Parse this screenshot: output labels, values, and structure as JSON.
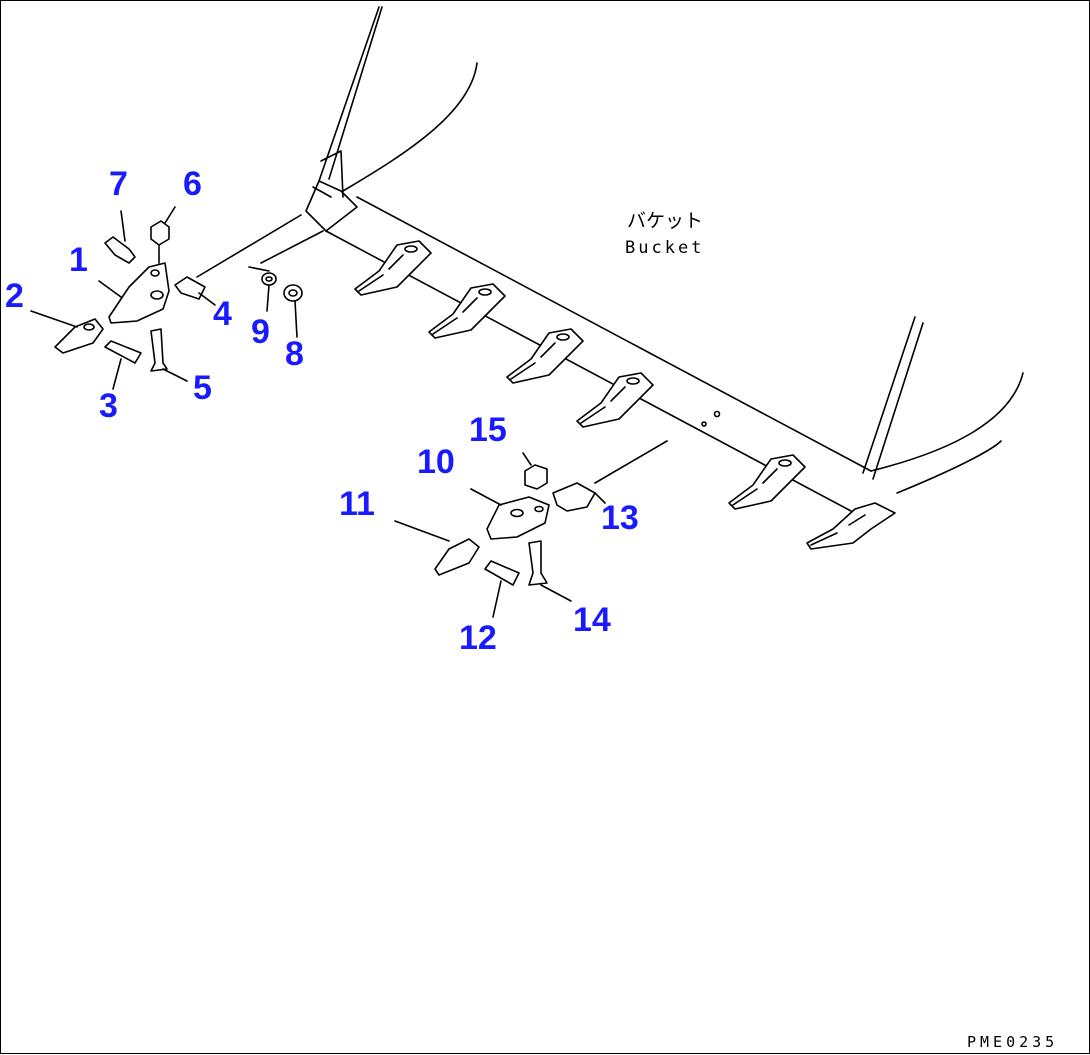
{
  "labels": {
    "bucket_jp": "バケット",
    "bucket_en": "Bucket",
    "drawing_code": "PME0235"
  },
  "callouts": [
    "1",
    "2",
    "3",
    "4",
    "5",
    "6",
    "7",
    "8",
    "9",
    "10",
    "11",
    "12",
    "13",
    "14",
    "15"
  ],
  "colors": {
    "callout": "#1a1aff",
    "line": "#000000",
    "background": "#ffffff"
  }
}
